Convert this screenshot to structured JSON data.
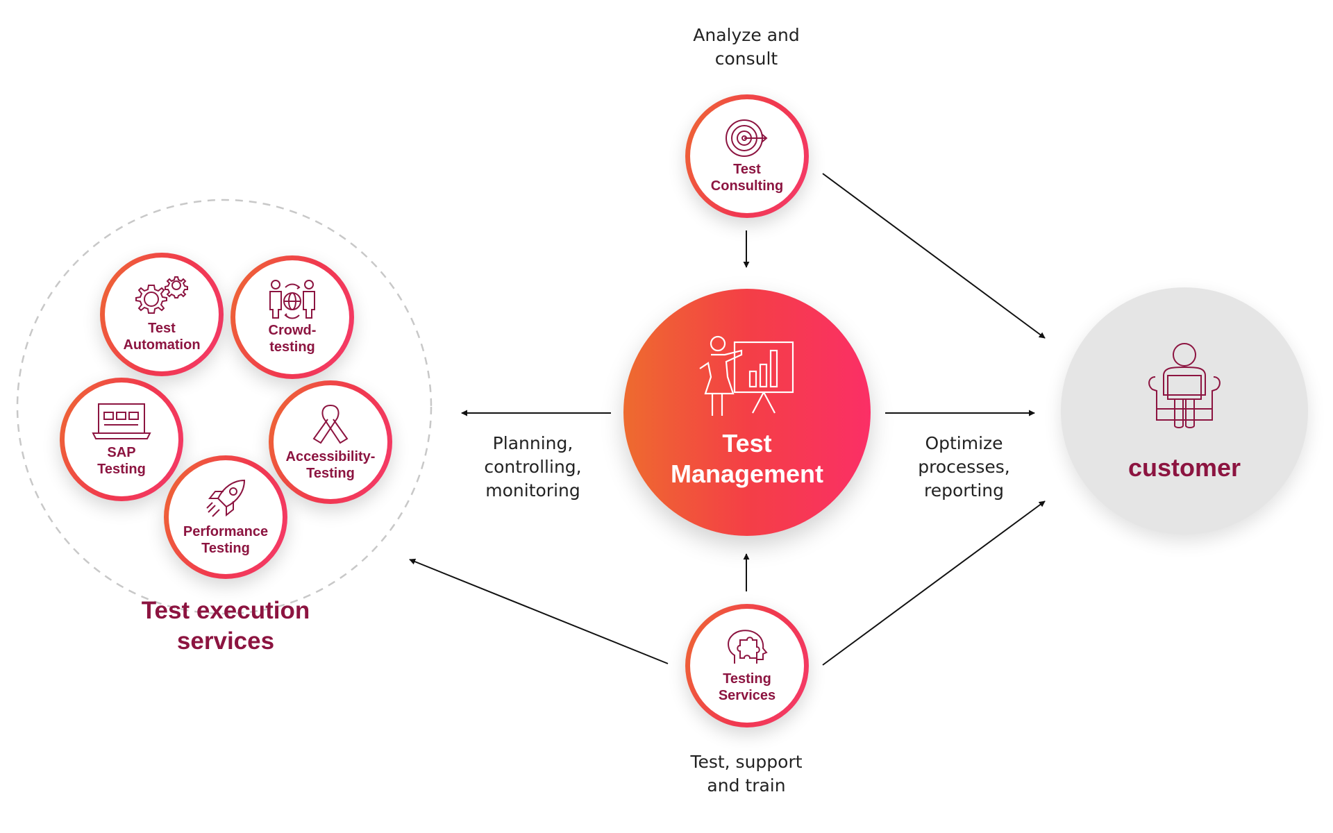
{
  "top_caption": "Analyze and\nconsult",
  "bottom_caption": "Test, support\nand train",
  "left_caption": "Planning,\ncontrolling,\nmonitoring",
  "right_caption": "Optimize\nprocesses,\nreporting",
  "hub": {
    "title": "Test\nManagement",
    "icon": "presenter-chart-icon"
  },
  "customer": {
    "title": "customer",
    "icon": "person-armchair-icon"
  },
  "test_consulting": {
    "label": "Test\nConsulting",
    "icon": "target-icon"
  },
  "testing_services": {
    "label": "Testing\nServices",
    "icon": "puzzle-head-icon"
  },
  "execution_group": {
    "title": "Test execution\nservices",
    "items": [
      {
        "label": "Test\nAutomation",
        "icon": "gears-icon"
      },
      {
        "label": "Crowd-\ntesting",
        "icon": "crowd-globe-icon"
      },
      {
        "label": "SAP\nTesting",
        "icon": "laptop-icon"
      },
      {
        "label": "Accessibility-\nTesting",
        "icon": "ribbon-icon"
      },
      {
        "label": "Performance\nTesting",
        "icon": "rocket-icon"
      }
    ]
  },
  "colors": {
    "brand_dark": "#8c1440",
    "gradient_start": "#ee6b2f",
    "gradient_end": "#fb2f66",
    "customer_bg": "#e5e5e5",
    "arrow": "#111111",
    "dashed": "#c8c8c8"
  }
}
